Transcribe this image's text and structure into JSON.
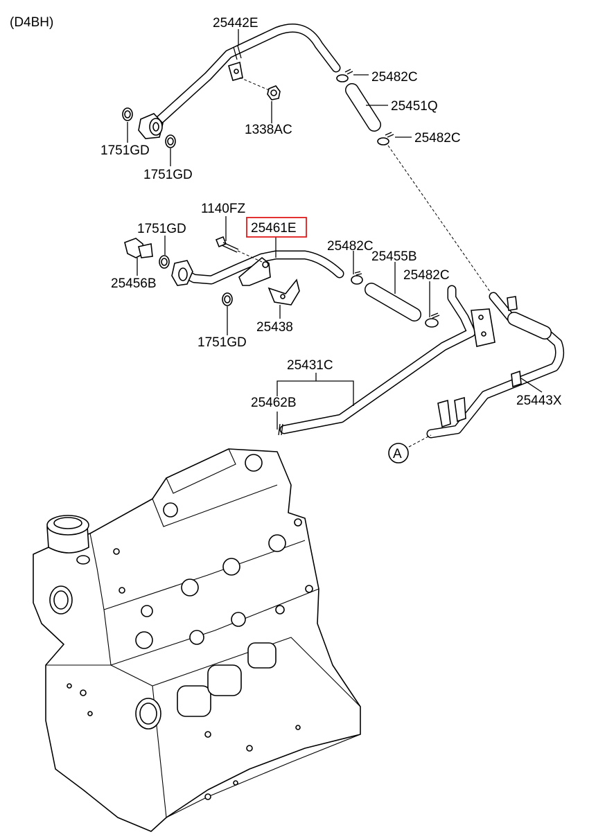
{
  "header": {
    "engine_code": "(D4BH)"
  },
  "highlight_color": "#e0191a",
  "parts": [
    {
      "id": "label-25442e",
      "code": "25442E"
    },
    {
      "id": "label-25482c-top",
      "code": "25482C"
    },
    {
      "id": "label-25451q",
      "code": "25451Q"
    },
    {
      "id": "label-1338ac",
      "code": "1338AC"
    },
    {
      "id": "label-25482c-mid",
      "code": "25482C"
    },
    {
      "id": "label-1751gd-a",
      "code": "1751GD"
    },
    {
      "id": "label-1751gd-b",
      "code": "1751GD"
    },
    {
      "id": "label-1140fz",
      "code": "1140FZ"
    },
    {
      "id": "label-25461e",
      "code": "25461E",
      "highlighted": true
    },
    {
      "id": "label-1751gd-c",
      "code": "1751GD"
    },
    {
      "id": "label-25482c-c",
      "code": "25482C"
    },
    {
      "id": "label-25455b",
      "code": "25455B"
    },
    {
      "id": "label-25482c-d",
      "code": "25482C"
    },
    {
      "id": "label-25456b",
      "code": "25456B"
    },
    {
      "id": "label-25438",
      "code": "25438"
    },
    {
      "id": "label-1751gd-d",
      "code": "1751GD"
    },
    {
      "id": "label-25431c",
      "code": "25431C"
    },
    {
      "id": "label-25462b",
      "code": "25462B"
    },
    {
      "id": "label-25443x",
      "code": "25443X"
    }
  ],
  "callout": {
    "letter": "A"
  }
}
